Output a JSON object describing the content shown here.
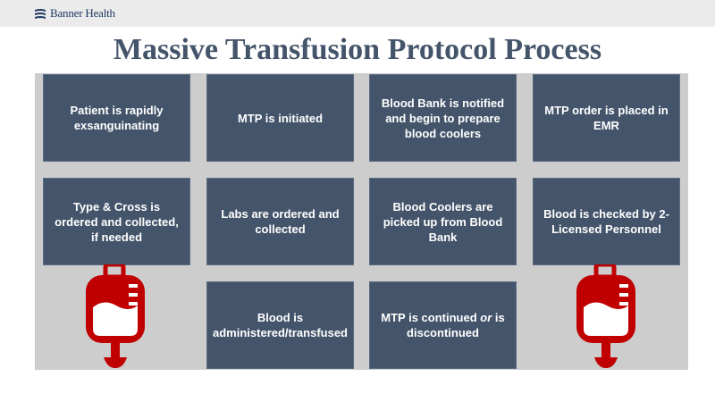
{
  "header": {
    "logo_text": "Banner Health"
  },
  "title": "Massive Transfusion Protocol Process",
  "steps": [
    {
      "label": "Patient is rapidly exsanguinating"
    },
    {
      "label": "MTP is initiated"
    },
    {
      "label": "Blood Bank is notified and begin to prepare blood coolers"
    },
    {
      "label": "MTP order is placed in EMR"
    },
    {
      "label": "Type & Cross is ordered and collected, if needed"
    },
    {
      "label": "Labs are ordered and collected"
    },
    {
      "label": "Blood Coolers are picked up from Blood Bank"
    },
    {
      "label": "Blood is checked by 2-Licensed Personnel"
    },
    {
      "label": "Blood is administered/transfused"
    },
    {
      "label_before": "MTP is continued ",
      "label_em": "or",
      "label_after": " is discontinued"
    }
  ],
  "colors": {
    "title": "#44546a",
    "box": "#44546a",
    "panel": "#cdcdcd",
    "blood_bag": "#c00000",
    "logo": "#1f3864"
  },
  "icons": [
    "banner-logo-icon",
    "blood-bag-icon"
  ]
}
